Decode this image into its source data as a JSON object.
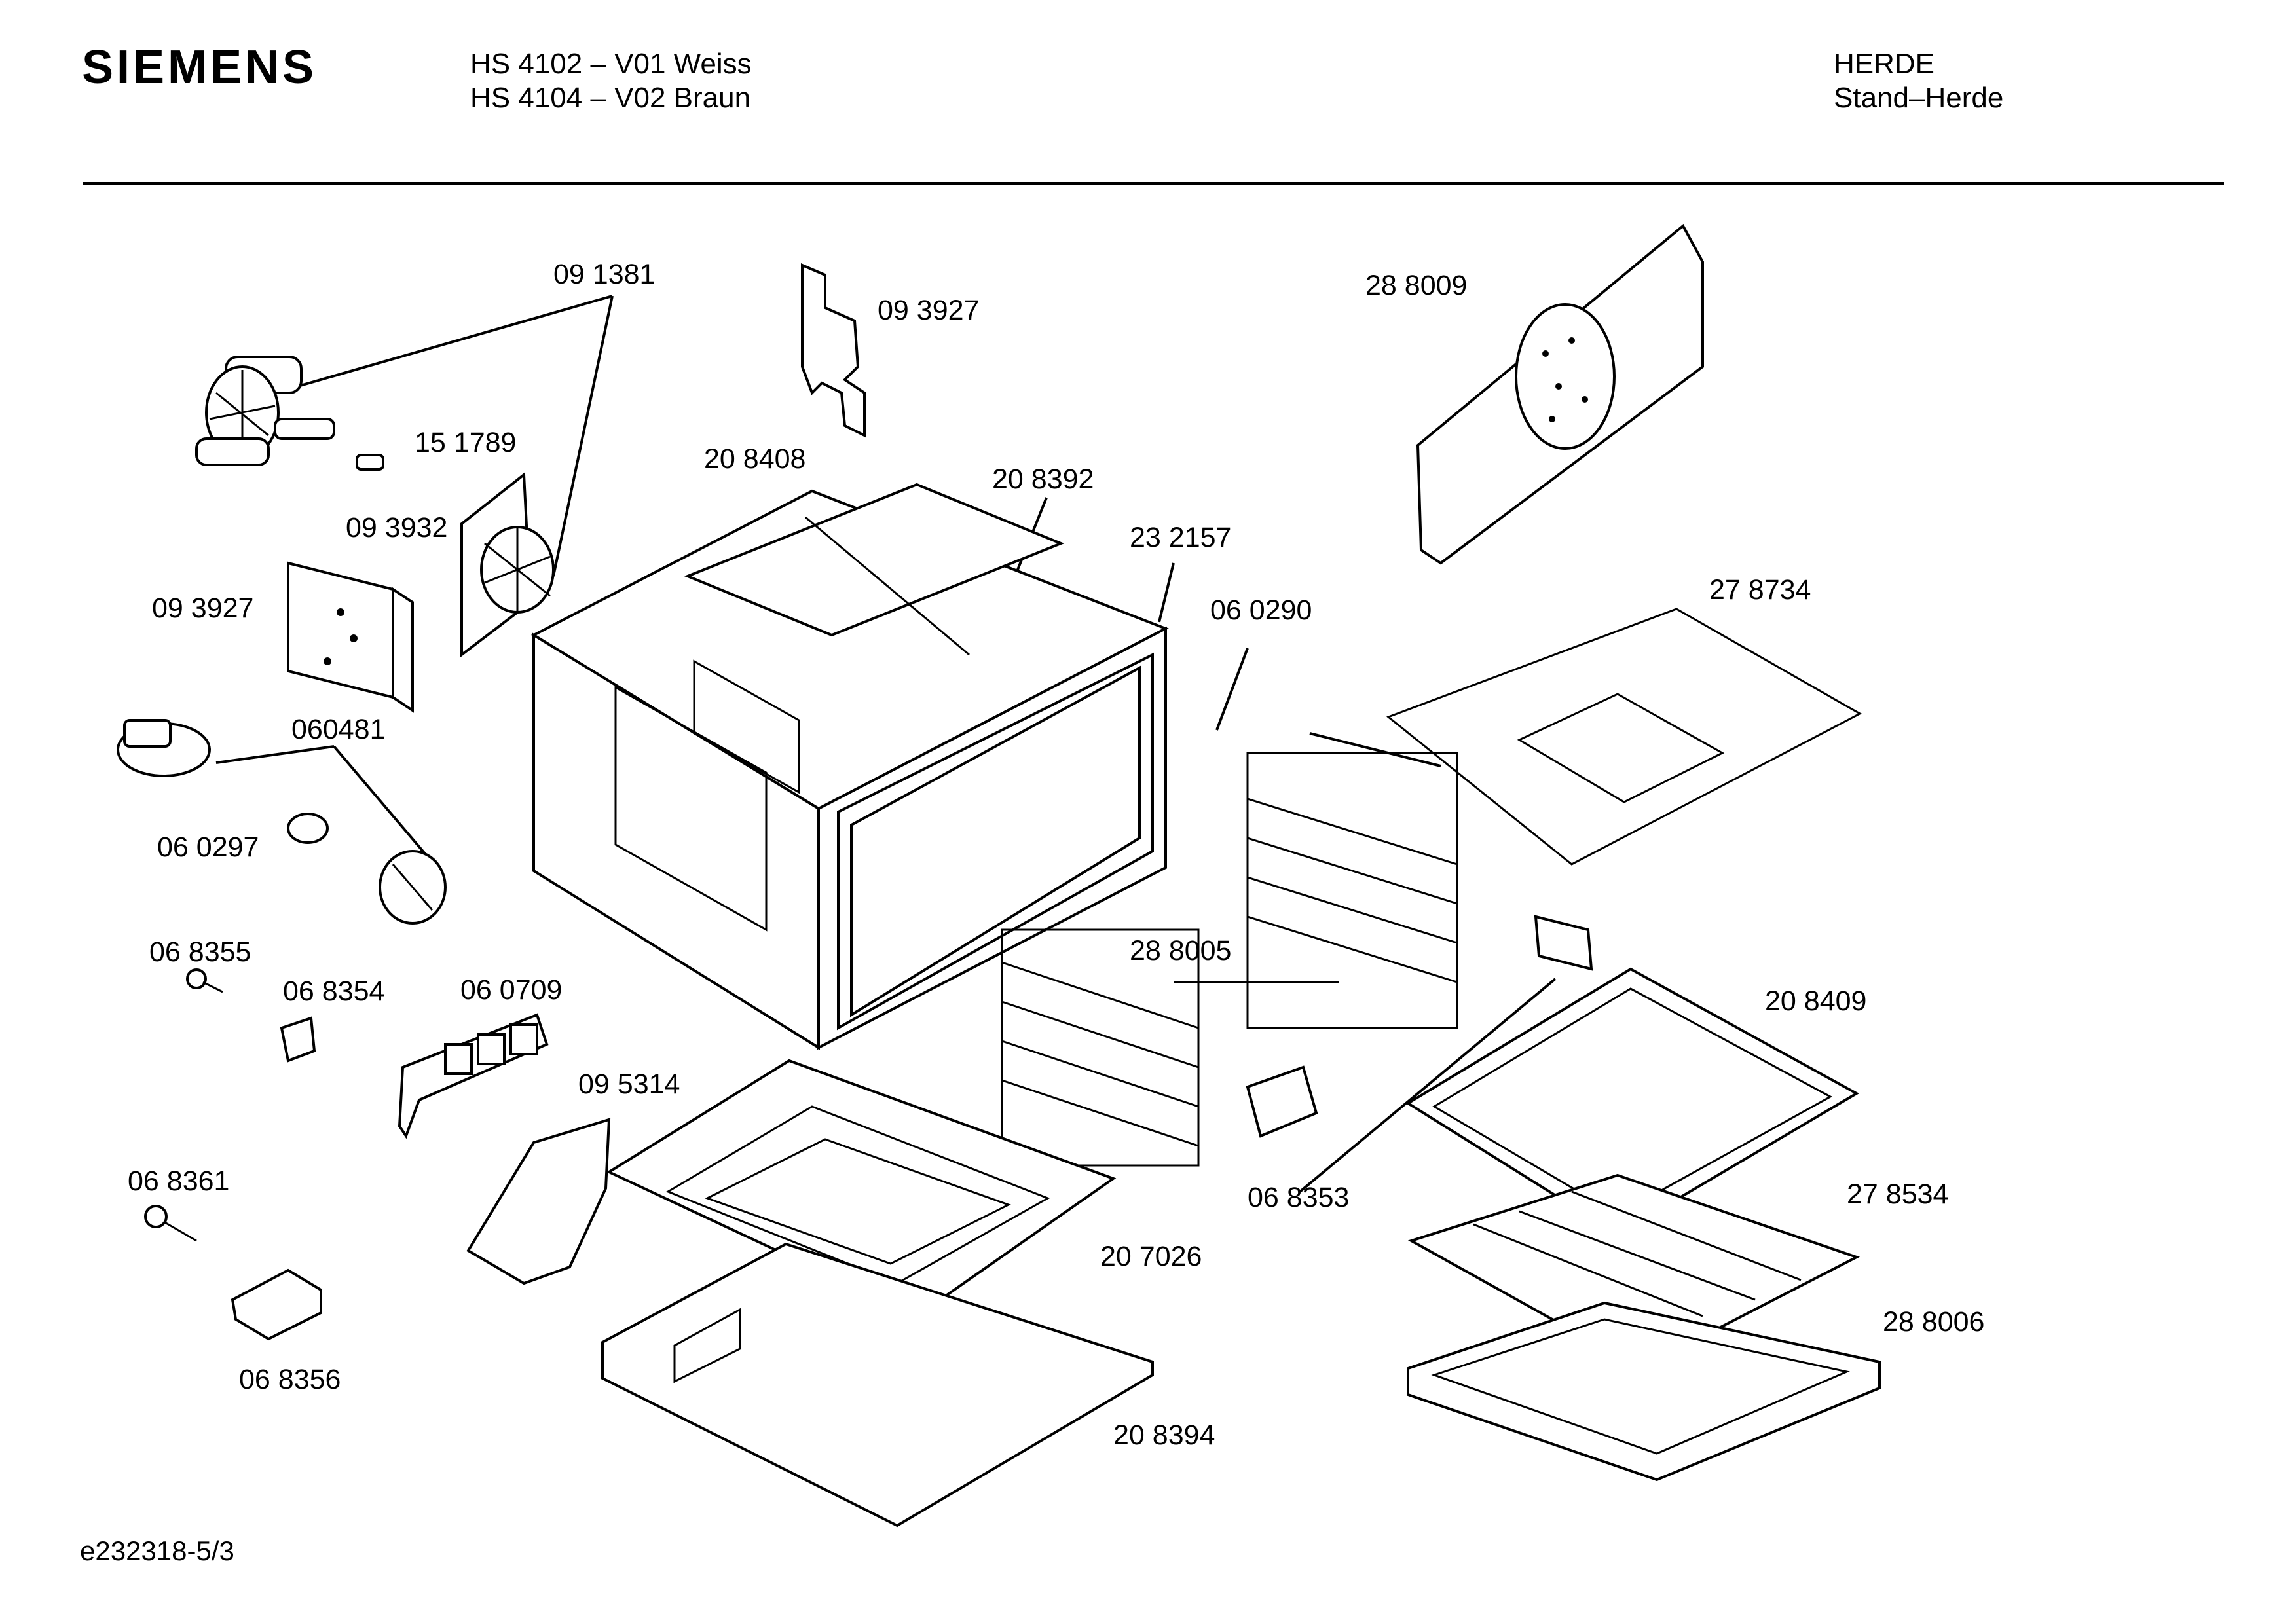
{
  "header": {
    "brand": "SIEMENS",
    "model_line_1": "HS 4102 – V01 Weiss",
    "model_line_2": "HS 4104 – V02 Braun",
    "category_line_1": "HERDE",
    "category_line_2": "Stand–Herde"
  },
  "part_labels": {
    "p091381": "09 1381",
    "p093927_top": "09 3927",
    "p288009": "28 8009",
    "p151789": "15 1789",
    "p208408": "20 8408",
    "p208392": "20 8392",
    "p093932": "09 3932",
    "p232157": "23 2157",
    "p278734": "27 8734",
    "p093927_left": "09 3927",
    "p060290": "06 0290",
    "p060481": "060481",
    "p060297": "06 0297",
    "p068355": "06 8355",
    "p288005": "28 8005",
    "p068354": "06 8354",
    "p060709": "06 0709",
    "p208409": "20 8409",
    "p095314": "09 5314",
    "p068361": "06 8361",
    "p068353": "06 8353",
    "p278534": "27 8534",
    "p207026": "20 7026",
    "p288006": "28 8006",
    "p068356": "06 8356",
    "p208394": "20 8394"
  },
  "footer": {
    "doc_code": "e232318-5/3"
  }
}
